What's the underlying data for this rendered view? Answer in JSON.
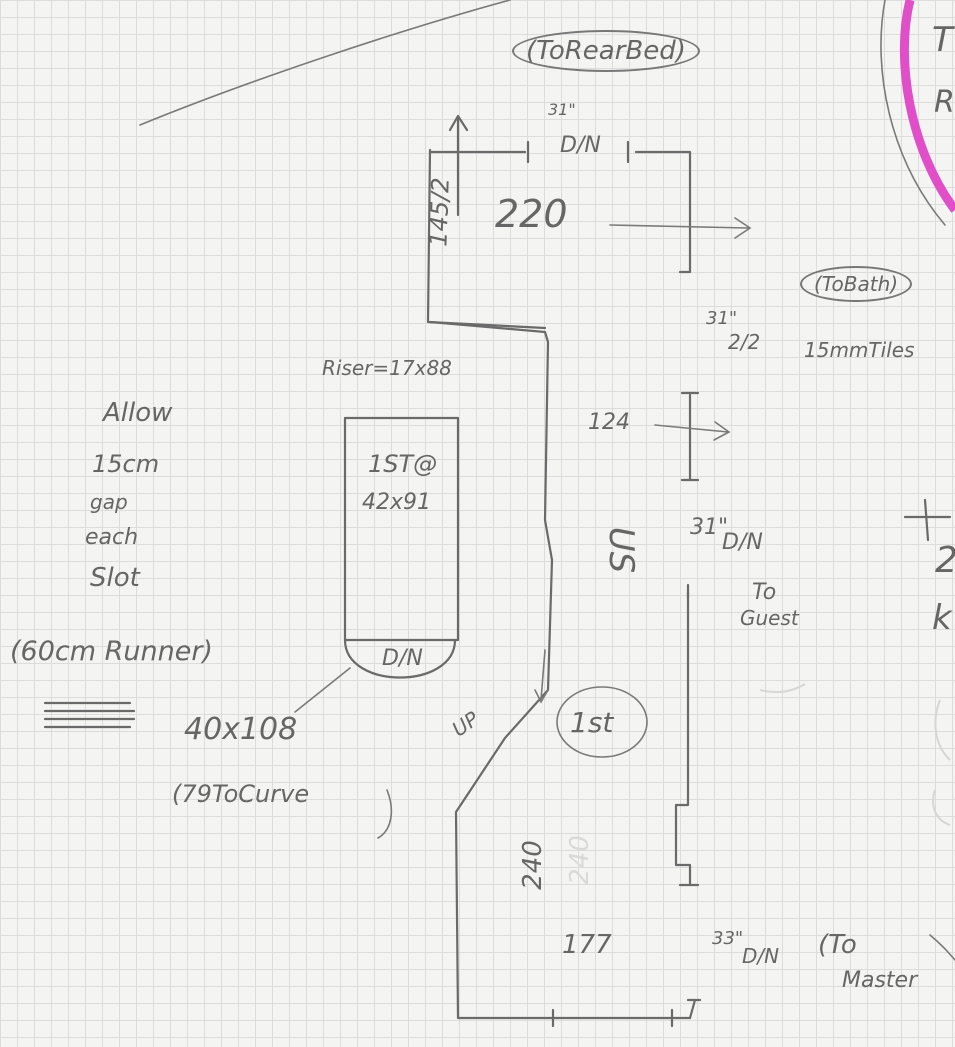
{
  "labels": {
    "to_rear_bed": "(ToRearBed)",
    "d31_top": "31\"",
    "d_n_top": "D/N",
    "dim_145": "145/2",
    "dim_220": "220",
    "to_bath": "(ToBath)",
    "d31_bath": "31\"",
    "frac_2_2": "2/2",
    "tiles": "15mmTiles",
    "riser": "Riser=17x88",
    "dim_124": "124",
    "allow_1": "Allow",
    "allow_2": "15cm",
    "allow_3": "gap",
    "allow_4": "each",
    "allow_5": "Slot",
    "runner": "(60cm Runner)",
    "first_step": "1ST@",
    "first_step_size": "42x91",
    "step_dn": "D/N",
    "dim_40x108": "40x108",
    "to_curve": "(79ToCurve",
    "us": "US",
    "d31_guest": "31\"",
    "d_n_guest": "D/N",
    "to_guest_1": "To",
    "to_guest_2": "Guest",
    "first_circle": "1st",
    "up": "UP",
    "dim_240": "240",
    "dim_177": "177",
    "d33": "33\"",
    "d_n_master": "D/N",
    "to_master_1": "(To",
    "to_master_2": "Master",
    "ghost_240": "240",
    "plus": "+",
    "edge_2": "2",
    "edge_k": "k",
    "edge_t": "T",
    "edge_r": "R"
  },
  "colors": {
    "ink": "#6a6a6a",
    "grid": "#dcdcdc",
    "accent": "#e14fc8"
  }
}
